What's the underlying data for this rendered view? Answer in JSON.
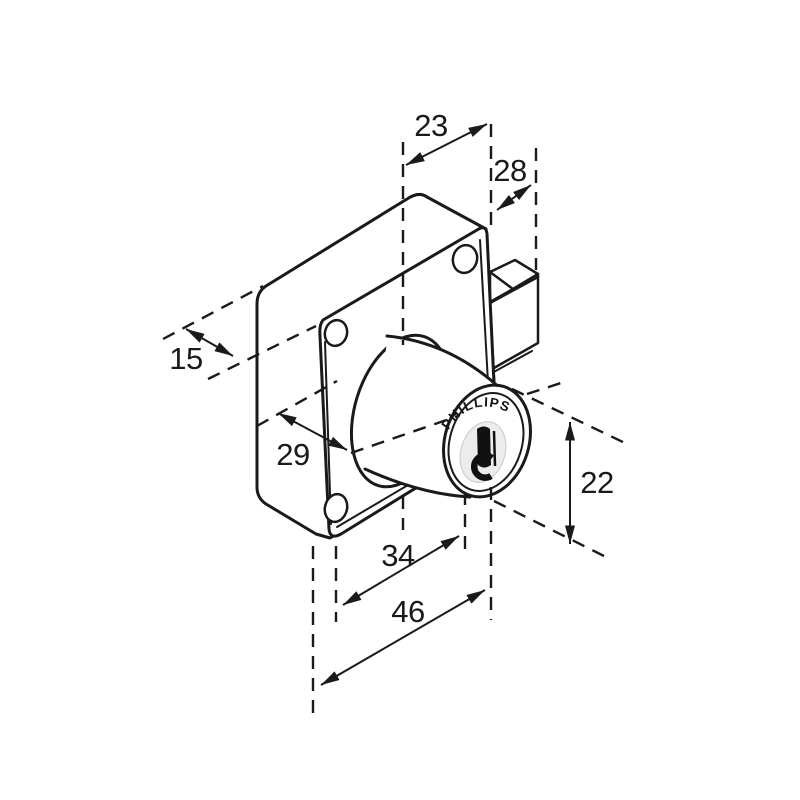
{
  "page": {
    "background": "#ffffff"
  },
  "drawing": {
    "title": "isometric technical drawing of a cabinet drawer cylinder lock",
    "brand_label": "PHILLIPS",
    "line_color": "#1a1a1a",
    "shade_color": "#e7e7e7",
    "keyway_color": "#ececec",
    "dimensions": {
      "d23": {
        "value": "23"
      },
      "d28": {
        "value": "28"
      },
      "d15": {
        "value": "15"
      },
      "d29": {
        "value": "29"
      },
      "d22": {
        "value": "22"
      },
      "d34": {
        "value": "34"
      },
      "d46": {
        "value": "46"
      }
    }
  }
}
